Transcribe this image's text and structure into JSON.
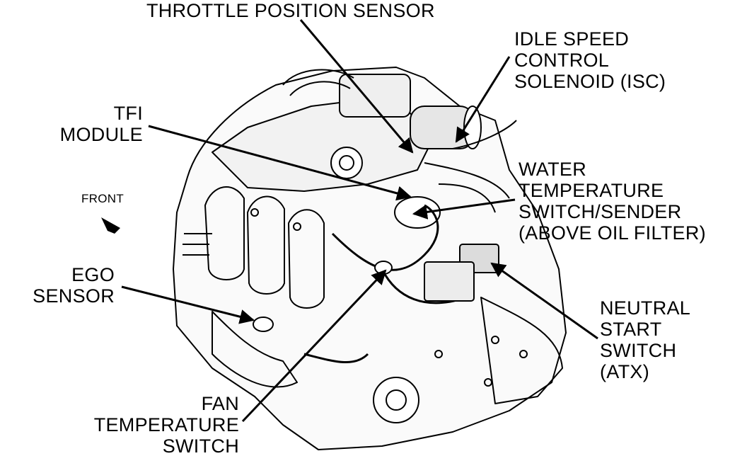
{
  "diagram": {
    "labels": {
      "throttle_position_sensor": [
        "THROTTLE POSITION SENSOR"
      ],
      "idle_speed_control": [
        "IDLE SPEED",
        "CONTROL",
        "SOLENOID (ISC)"
      ],
      "tfi_module": [
        "TFI",
        "MODULE"
      ],
      "water_temperature": [
        "WATER",
        "TEMPERATURE",
        "SWITCH/SENDER",
        "(ABOVE OIL FILTER)"
      ],
      "front": [
        "FRONT"
      ],
      "ego_sensor": [
        "EGO",
        "SENSOR"
      ],
      "neutral_start_switch": [
        "NEUTRAL",
        "START",
        "SWITCH",
        "(ATX)"
      ],
      "fan_temperature_switch": [
        "FAN",
        "TEMPERATURE",
        "SWITCH"
      ]
    },
    "colors": {
      "ink": "#000000",
      "paper": "#ffffff",
      "shade": "#d8d8d8"
    },
    "icons": [
      "front-direction-arrow-icon"
    ]
  }
}
